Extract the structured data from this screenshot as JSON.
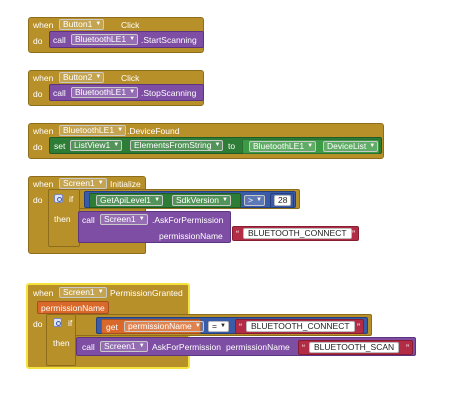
{
  "blocks": {
    "b1": {
      "when": "when",
      "component": "Button1",
      "event": "Click",
      "do": "do",
      "call": "call",
      "target": "BluetoothLE1",
      "method": ".StartScanning"
    },
    "b2": {
      "when": "when",
      "component": "Button2",
      "event": "Click",
      "do": "do",
      "call": "call",
      "target": "BluetoothLE1",
      "method": ".StopScanning"
    },
    "b3": {
      "when": "when",
      "component": "BluetoothLE1",
      "event": ".DeviceFound",
      "do": "do",
      "set": "set",
      "set_target": "ListView1",
      "set_prop": "ElementsFromString",
      "to": "to",
      "get_target": "BluetoothLE1",
      "get_prop": "DeviceList"
    },
    "b4": {
      "when": "when",
      "component": "Screen1",
      "event": "Initialize",
      "do": "do",
      "if": "if",
      "then": "then",
      "api_get": "GetApiLevel1",
      "api_prop": "SdkVersion",
      "op": ">",
      "value": "28",
      "call": "call",
      "call_target": "Screen1",
      "call_method": ".AskForPermission",
      "param_name": "permissionName",
      "param_value": "BLUETOOTH_CONNECT"
    },
    "b5": {
      "when": "when",
      "component": "Screen1",
      "event": "PermissionGranted",
      "param": "permissionName",
      "do": "do",
      "if": "if",
      "then": "then",
      "get": "get",
      "get_var": "permissionName",
      "eq": "=",
      "compare_value": "BLUETOOTH_CONNECT",
      "call": "call",
      "call_target": "Screen1",
      "call_method": "AskForPermission",
      "param_name": "permissionName",
      "param_value": "BLUETOOTH_SCAN"
    }
  },
  "icons": {
    "dropdown": "caret-down-icon",
    "mutator": "gear-icon"
  },
  "colors": {
    "event": "#b8902a",
    "procedure": "#7d4ea3",
    "property": "#2e7d36",
    "math": "#3a5ba8",
    "variable": "#d8692b",
    "text": "#b12c44",
    "selected": "#f4e33e"
  }
}
